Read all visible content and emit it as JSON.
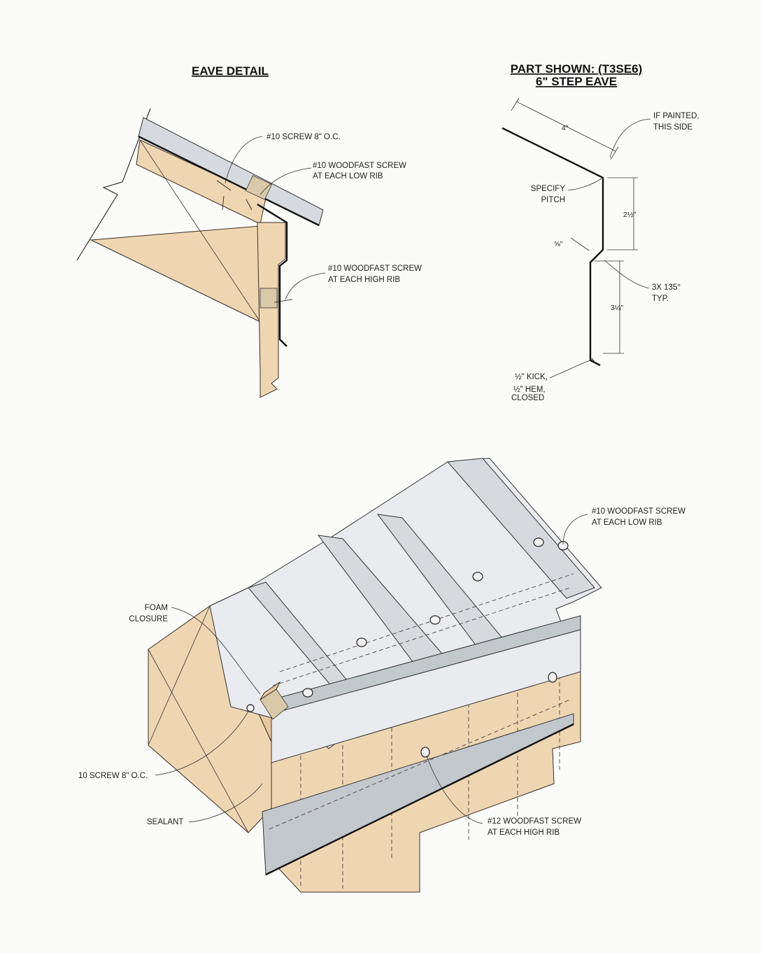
{
  "eave_detail": {
    "title": "EAVE DETAIL",
    "labels": {
      "screw_8_oc": "#10 SCREW 8\" O.C.",
      "woodfast_low_1": "#10 WOODFAST SCREW",
      "woodfast_low_2": "AT EACH LOW RIB",
      "woodfast_high_1": "#10 WOODFAST SCREW",
      "woodfast_high_2": "AT EACH HIGH RIB"
    }
  },
  "part_profile": {
    "title_line1": "PART SHOWN: (T3SE6)",
    "title_line2": "6\" STEP EAVE",
    "labels": {
      "if_painted_1": "IF PAINTED,",
      "if_painted_2": "THIS SIDE",
      "specify_pitch_1": "SPECIFY",
      "specify_pitch_2": "PITCH",
      "bends_1": "3X 135°",
      "bends_2": "TYP.",
      "kick": "½\" KICK,",
      "hem_1": "½\" HEM,",
      "hem_2": "CLOSED"
    },
    "dimensions": {
      "top_leg": "4\"",
      "upper_drop": "2½\"",
      "step": "⅝\"",
      "lower_drop": "3¼\""
    }
  },
  "isometric": {
    "labels": {
      "woodfast_low_1": "#10 WOODFAST SCREW",
      "woodfast_low_2": "AT EACH LOW RIB",
      "foam_1": "FOAM",
      "foam_2": "CLOSURE",
      "screw_oc": "10 SCREW 8\" O.C.",
      "sealant": "SEALANT",
      "woodfast_high_1": "#12 WOODFAST SCREW",
      "woodfast_high_2": "AT EACH HIGH RIB"
    }
  }
}
